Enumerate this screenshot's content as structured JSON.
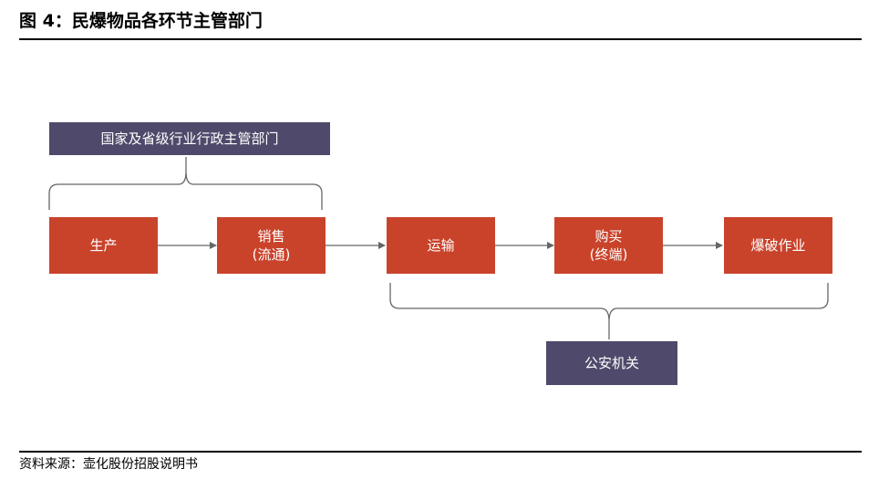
{
  "header": {
    "title": "图 4：民爆物品各环节主管部门"
  },
  "diagram": {
    "top_authority": "国家及省级行业行政主管部门",
    "bottom_authority": "公安机关",
    "steps": [
      {
        "line1": "生产",
        "line2": ""
      },
      {
        "line1": "销售",
        "line2": "(流通)"
      },
      {
        "line1": "运输",
        "line2": ""
      },
      {
        "line1": "购买",
        "line2": "(终端)"
      },
      {
        "line1": "爆破作业",
        "line2": ""
      }
    ]
  },
  "footer": {
    "source": "资料来源：壶化股份招股说明书"
  },
  "colors": {
    "step_box": "#c9432b",
    "authority_box": "#4f4a6b",
    "connector": "#666666"
  }
}
